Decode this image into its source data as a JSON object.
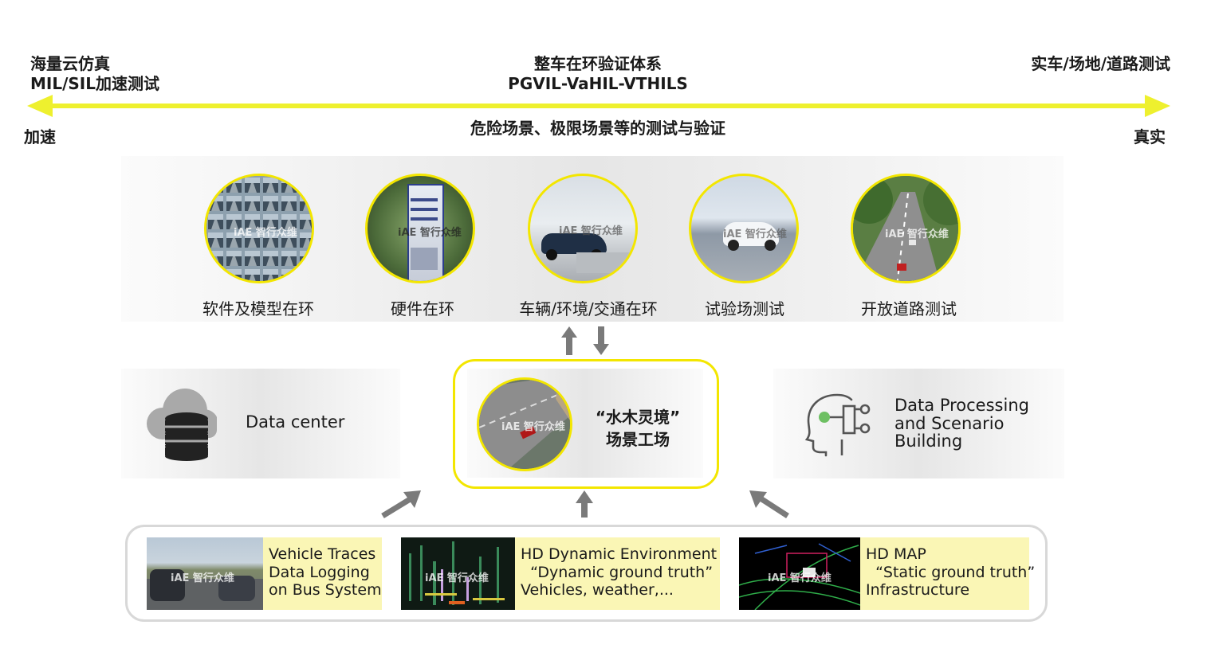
{
  "header": {
    "left_line1": "海量云仿真",
    "left_line2": "MIL/SIL加速测试",
    "center_line1": "整车在环验证体系",
    "center_line2": "PGVIL-VaHIL-VTHILS",
    "right": "实车/场地/道路测试",
    "axis_left": "加速",
    "axis_right": "真实",
    "axis_center": "危险场景、极限场景等的测试与验证"
  },
  "methods": [
    {
      "label": "软件及模型在环"
    },
    {
      "label": "硬件在环"
    },
    {
      "label": "车辆/环境/交通在环"
    },
    {
      "label": "试验场测试"
    },
    {
      "label": "开放道路测试"
    }
  ],
  "middle": {
    "data_center": "Data center",
    "hub_line1": "“水木灵境”",
    "hub_line2": "场景工场",
    "processing": "Data Processing\nand Scenario\nBuilding"
  },
  "sources": [
    {
      "text": "Vehicle Traces\nData Logging\non Bus System"
    },
    {
      "text": "HD Dynamic Environment\n  “Dynamic ground truth”\nVehicles, weather,..."
    },
    {
      "text": "HD MAP\n  “Static ground truth”\nInfrastructure"
    }
  ],
  "watermark": "iAE 智行众维",
  "colors": {
    "accent": "#f3e600",
    "arrow_gray": "#7a7a7a"
  }
}
